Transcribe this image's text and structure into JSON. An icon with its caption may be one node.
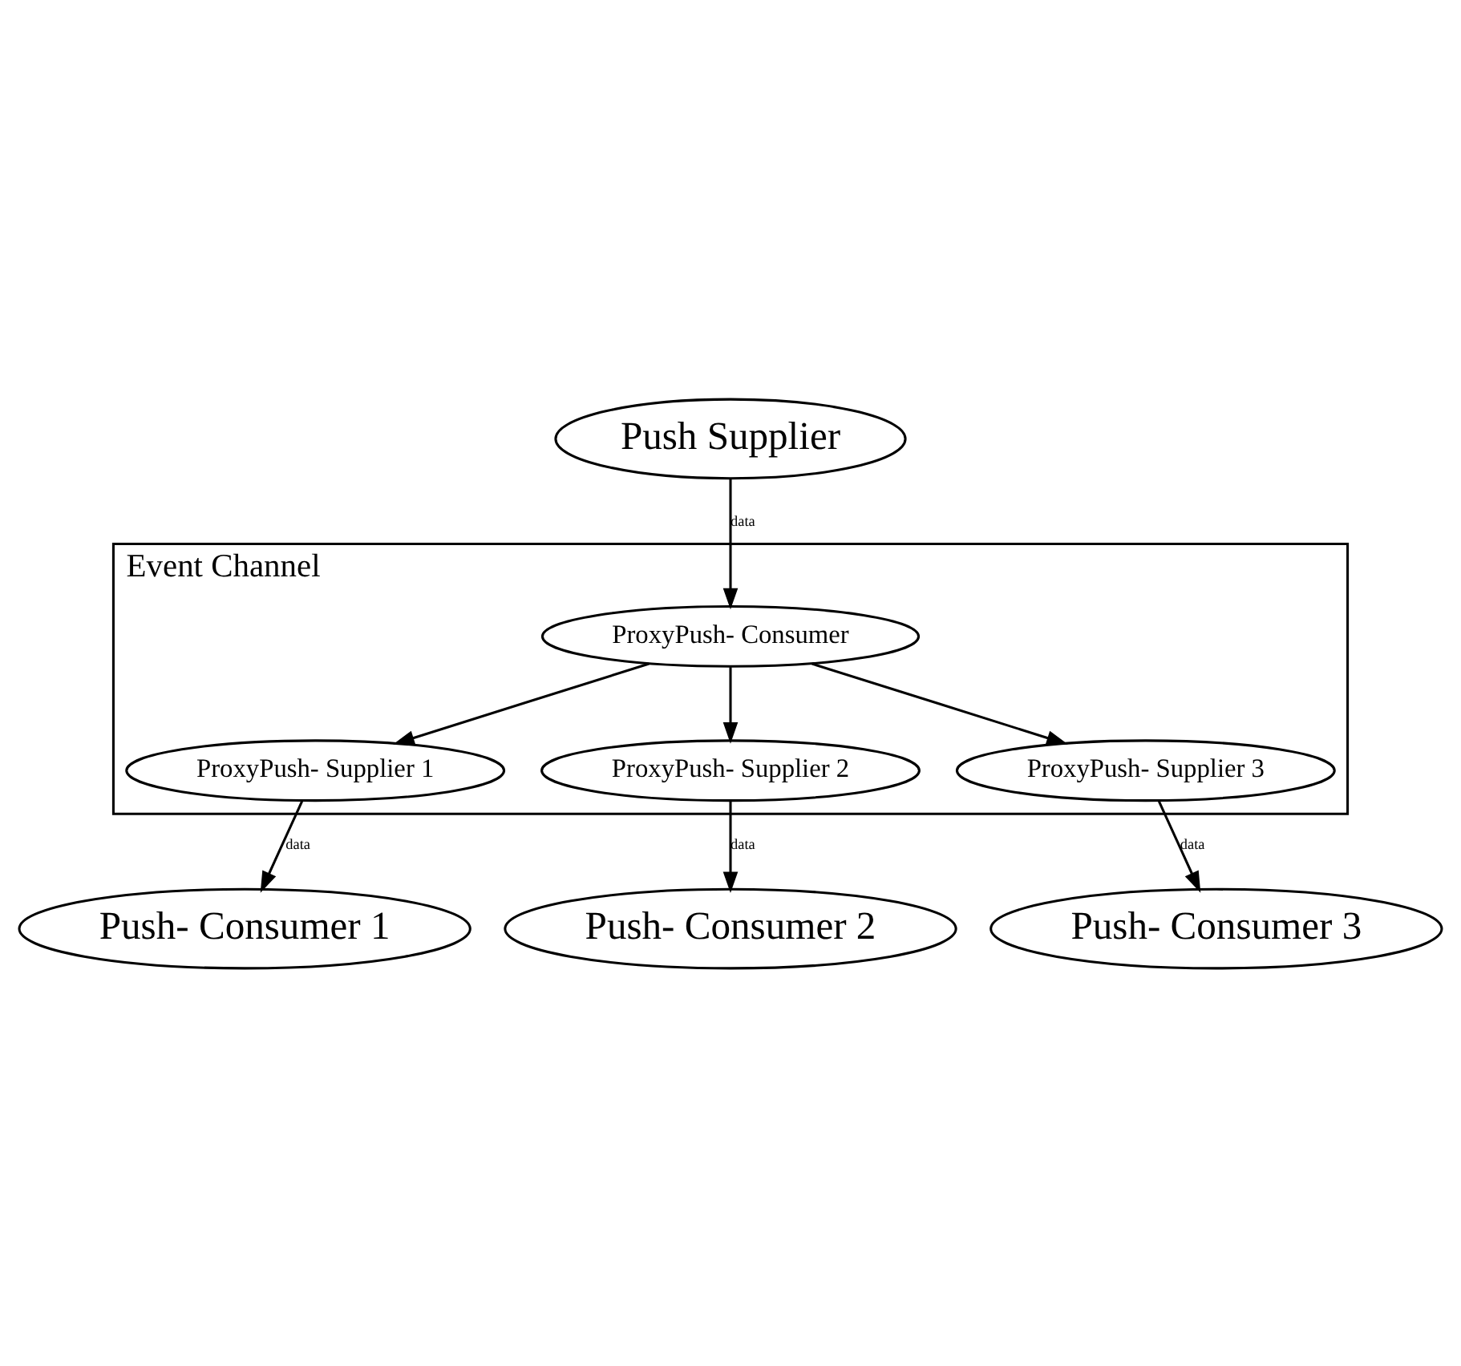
{
  "diagram": {
    "nodes": [
      {
        "text": [
          "Push Supplier"
        ]
      },
      {
        "text": [
          "Event Channel"
        ]
      },
      {
        "text": [
          "ProxyPush- Consumer"
        ],
        "in": 1
      },
      {
        "text": [
          "ProxyPush- Supplier 1"
        ],
        "in": 1
      },
      {
        "text": [
          "ProxyPush- Supplier 2"
        ],
        "in": 1
      },
      {
        "text": [
          "ProxyPush- Supplier 3"
        ],
        "in": 1
      },
      {
        "text": [
          "Push- Consumer 1"
        ]
      },
      {
        "text": [
          "Push- Consumer 2"
        ]
      },
      {
        "text": [
          "Push- Consumer 3"
        ]
      }
    ],
    "edges": [
      {
        "from": 0,
        "to": 2,
        "arrow": "to",
        "label": "data"
      },
      {
        "from": 2,
        "to": 3,
        "arrow": "to"
      },
      {
        "from": 2,
        "to": 4,
        "arrow": "to"
      },
      {
        "from": 2,
        "to": 5,
        "arrow": "to"
      },
      {
        "from": 3,
        "to": 6,
        "arrow": "to",
        "label": "data"
      },
      {
        "from": 4,
        "to": 7,
        "arrow": "to",
        "label": "data"
      },
      {
        "from": 5,
        "to": 8,
        "arrow": "to",
        "label": "data"
      }
    ]
  }
}
